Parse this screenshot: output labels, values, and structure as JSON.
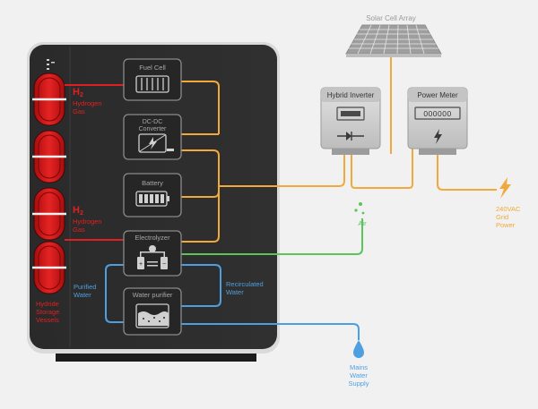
{
  "solar": {
    "label": "Solar Cell Array"
  },
  "inverter": {
    "label": "Hybrid Inverter"
  },
  "meter": {
    "label": "Power Meter",
    "digits": "000000"
  },
  "grid": {
    "line1": "240VAC",
    "line2": "Grid",
    "line3": "Power"
  },
  "air": {
    "label": "Air"
  },
  "mains": {
    "line1": "Mains",
    "line2": "Water",
    "line3": "Supply"
  },
  "modules": {
    "fuel_cell": "Fuel Cell",
    "dcdc_line1": "DC-DC",
    "dcdc_line2": "Converter",
    "battery": "Battery",
    "electrolyzer": "Electrolyzer",
    "water_purifier": "Water purifier"
  },
  "hydrogen_top": {
    "symbol": "H",
    "sub": "2",
    "line1": "Hydrogen",
    "line2": "Gas"
  },
  "hydrogen_bottom": {
    "symbol": "H",
    "sub": "2",
    "line1": "Hydrogen",
    "line2": "Gas"
  },
  "purified": {
    "line1": "Purified",
    "line2": "Water"
  },
  "recirculated": {
    "line1": "Recirculated",
    "line2": "Water"
  },
  "storage": {
    "line1": "Hydride",
    "line2": "Storage",
    "line3": "Vessels"
  },
  "colors": {
    "power": "#f2a93b",
    "hydrogen": "#e02020",
    "water": "#4f9fe0",
    "air": "#5cc45c",
    "cabinet": "#2b2b2b",
    "device": "#cfcfcf",
    "label_dark": "#9a9a9a"
  }
}
